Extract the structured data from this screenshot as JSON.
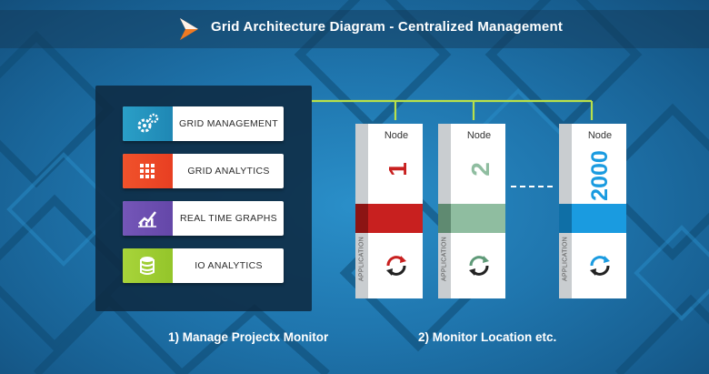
{
  "header": {
    "title": "Grid Architecture Diagram - Centralized Management"
  },
  "colors": {
    "connector": "#b8e04a",
    "panel": "#0e2a42"
  },
  "menu": [
    {
      "label": "GRID MANAGEMENT",
      "icon": "gears-icon",
      "color": "#2a9fc7"
    },
    {
      "label": "GRID ANALYTICS",
      "icon": "grid-icon",
      "color": "#f0522b"
    },
    {
      "label": "REAL TIME GRAPHS",
      "icon": "line-graph-icon",
      "color": "#7456b8"
    },
    {
      "label": "IO ANALYTICS",
      "icon": "database-icon",
      "color": "#9ccc2f"
    }
  ],
  "nodes": [
    {
      "label": "Node",
      "number": "1",
      "app_label": "APPLICATION",
      "color": "#c8201f",
      "color_side": "#8c1413"
    },
    {
      "label": "Node",
      "number": "2",
      "app_label": "APPLICATION",
      "color": "#8fbda0",
      "color_side": "#5f8a71"
    },
    {
      "label": "Node",
      "number": "2000",
      "app_label": "APPLICATION",
      "color": "#1a9be0",
      "color_side": "#0f6fa6"
    }
  ],
  "captions": {
    "left": "1) Manage Projectx Monitor",
    "right": "2) Monitor Location etc."
  }
}
